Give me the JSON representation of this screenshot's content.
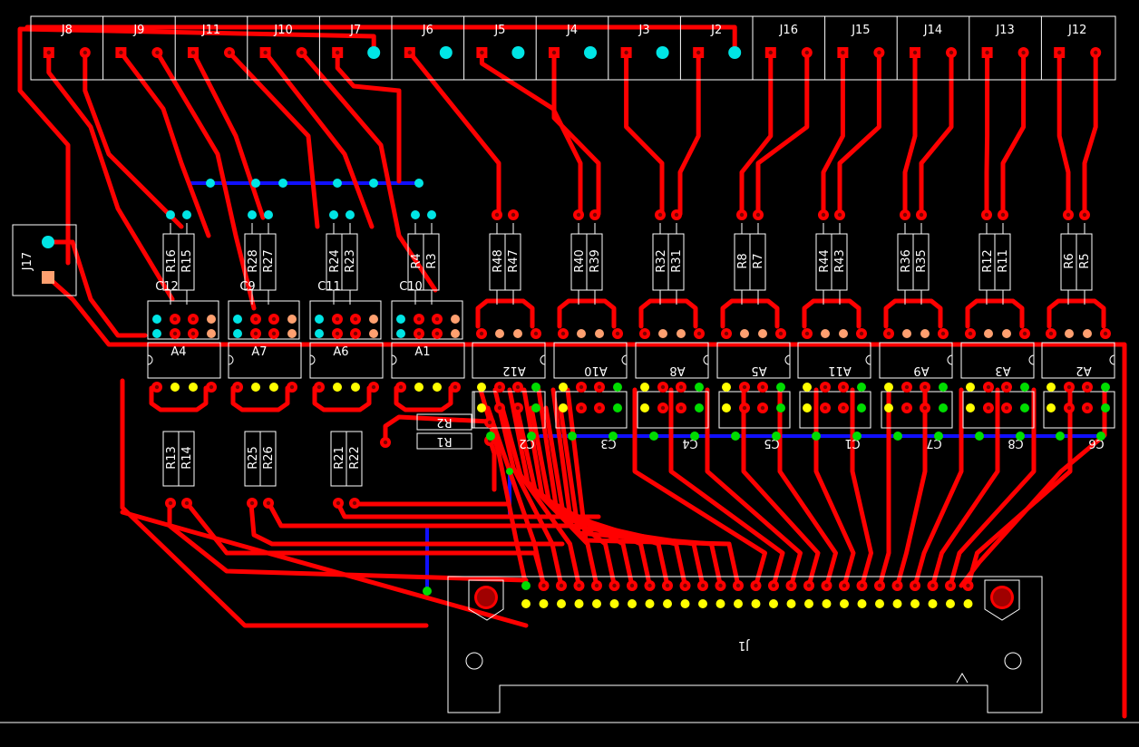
{
  "colors": {
    "background": "#000000",
    "top_copper": "#ff0000",
    "bottom_copper": "#1010ff",
    "silkscreen": "#ffffff",
    "via_cyan": "#00e5e5",
    "via_yellow": "#ffff00",
    "via_green": "#00dd00",
    "via_orange": "#ffa070"
  },
  "connectors_top": [
    "J8",
    "J9",
    "J11",
    "J10",
    "J7",
    "J6",
    "J5",
    "J4",
    "J3",
    "J2",
    "J16",
    "J15",
    "J14",
    "J13",
    "J12"
  ],
  "connector_side": "J17",
  "connector_main": "J1",
  "resistor_pairs_top": [
    {
      "a": "R16",
      "b": "R15"
    },
    {
      "a": "R28",
      "b": "R27"
    },
    {
      "a": "R24",
      "b": "R23"
    },
    {
      "a": "R4",
      "b": "R3"
    },
    {
      "a": "R48",
      "b": "R47"
    },
    {
      "a": "R40",
      "b": "R39"
    },
    {
      "a": "R32",
      "b": "R31"
    },
    {
      "a": "R8",
      "b": "R7"
    },
    {
      "a": "R44",
      "b": "R43"
    },
    {
      "a": "R36",
      "b": "R35"
    },
    {
      "a": "R12",
      "b": "R11"
    },
    {
      "a": "R6",
      "b": "R5"
    }
  ],
  "resistor_pairs_bottom": [
    {
      "a": "R13",
      "b": "R14"
    },
    {
      "a": "R25",
      "b": "R26"
    },
    {
      "a": "R21",
      "b": "R22"
    }
  ],
  "resistors_horizontal": [
    "R2",
    "R1"
  ],
  "chips_normal": [
    "A4",
    "A7",
    "A6",
    "A1"
  ],
  "chips_flipped": [
    "A12",
    "A10",
    "A8",
    "A5",
    "A11",
    "A9",
    "A3",
    "A2"
  ],
  "caps_top": [
    "C12",
    "C9",
    "C11",
    "C10"
  ],
  "caps_bottom": [
    "C2",
    "C3",
    "C4",
    "C5",
    "C1",
    "C7",
    "C8",
    "C6"
  ]
}
